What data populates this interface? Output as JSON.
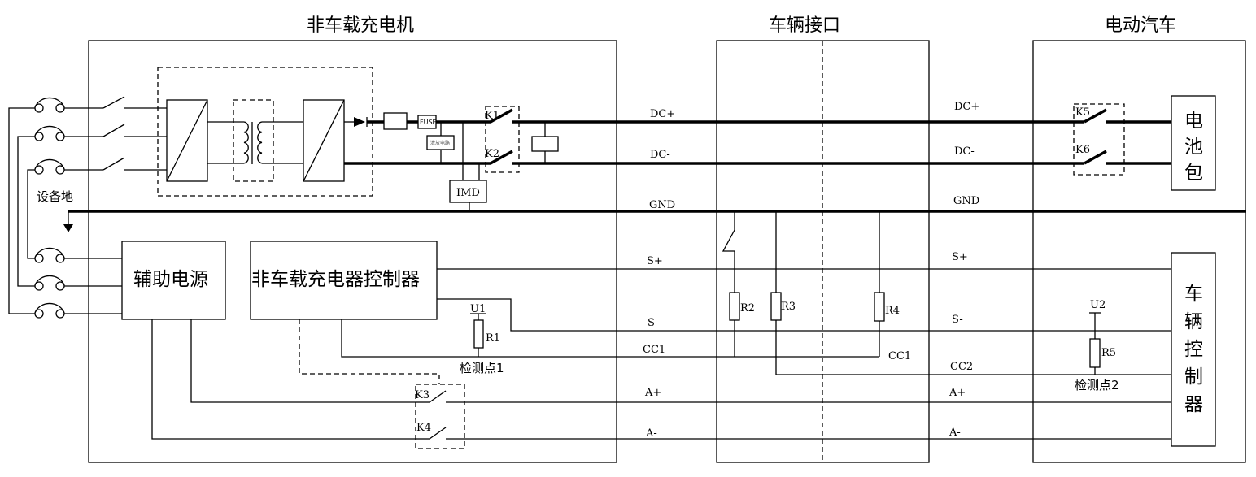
{
  "sections": {
    "charger": "非车载充电机",
    "interface": "车辆接口",
    "vehicle": "电动汽车"
  },
  "components": {
    "equipment_ground": "设备地",
    "aux_power": "辅助电源",
    "charger_controller": "非车载充电器控制器",
    "fuse": "FUSE",
    "discharge_circuit": "泄放电路",
    "imd": "IMD",
    "battery_pack": [
      "电",
      "池",
      "包"
    ],
    "vehicle_controller": [
      "车",
      "辆",
      "控",
      "制",
      "器"
    ]
  },
  "switches": {
    "k1": "K1",
    "k2": "K2",
    "k3": "K3",
    "k4": "K4",
    "k5": "K5",
    "k6": "K6"
  },
  "resistors": {
    "r1": "R1",
    "r2": "R2",
    "r3": "R3",
    "r4": "R4",
    "r5": "R5"
  },
  "voltages": {
    "u1": "U1",
    "u2": "U2"
  },
  "detection_points": {
    "p1": "检测点1",
    "p2": "检测点2"
  },
  "signals_left": {
    "dc_plus": "DC+",
    "dc_minus": "DC-",
    "gnd": "GND",
    "s_plus": "S+",
    "s_minus": "S-",
    "cc1": "CC1",
    "a_plus": "A+",
    "a_minus": "A-"
  },
  "signals_right": {
    "dc_plus": "DC+",
    "dc_minus": "DC-",
    "gnd": "GND",
    "s_plus": "S+",
    "s_minus": "S-",
    "cc1": "CC1",
    "cc2": "CC2",
    "a_plus": "A+",
    "a_minus": "A-"
  }
}
